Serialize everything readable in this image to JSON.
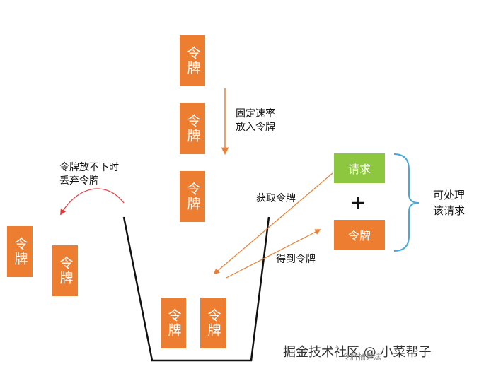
{
  "token_text": "令牌",
  "labels": {
    "fixed_rate": "固定速率\n放入令牌",
    "overflow": "令牌放不下时\n丢弃令牌",
    "acquire": "获取令牌",
    "obtained": "得到令牌",
    "can_process": "可处理\n该请求"
  },
  "request_box": "请求",
  "token_box": "令牌",
  "plus": "+",
  "watermark": "掘金技术社区 @ 小菜帮子",
  "watermark_small": "令牌桶算法",
  "colors": {
    "token": "#ed7d31",
    "request": "#8dc63f",
    "arrow": "#ed7d31",
    "drop_arrow": "#e8383d",
    "brace": "#4aa8d8"
  }
}
